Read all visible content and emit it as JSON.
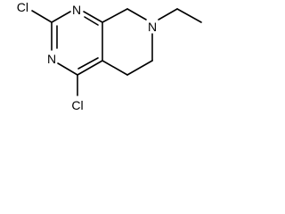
{
  "molecule": {
    "atoms": {
      "cl_top": "Cl",
      "n_ring_top": "N",
      "n_ring_left": "N",
      "cl_bottom": "Cl",
      "n_amine": "N"
    }
  }
}
